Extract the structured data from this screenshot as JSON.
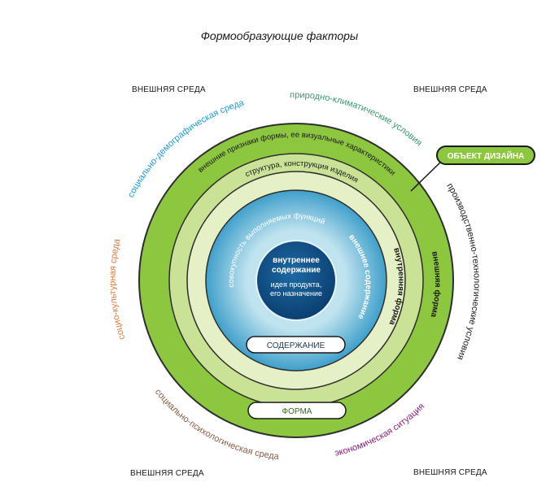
{
  "title": "Формообразующие факторы",
  "corners": {
    "top_left": "ВНЕШНЯЯ СРЕДА",
    "top_right": "ВНЕШНЯЯ СРЕДА",
    "bottom_left": "ВНЕШНЯЯ СРЕДА",
    "bottom_right": "ВНЕШНЯЯ СРЕДА"
  },
  "factors": {
    "socio_demographic": "социально-демографическая среда",
    "natural_climatic": "природно-климатические условия",
    "production_technological": "производственно-технологические условия",
    "economic": "экономическая ситуация",
    "socio_psychological": "социально-психологическая среда",
    "socio_cultural": "социо-культурная среда"
  },
  "rings": {
    "outer_top": "внешние признаки формы, ее визуальные характеристики",
    "outer_right": "внешняя форма",
    "structure": "структура, конструкция изделия",
    "inner_form": "внутренняя форма",
    "functions": "совокупность выполняемых функций",
    "external_content": "внешнее содержание",
    "core_title_line1": "внутреннее",
    "core_title_line2": "содержание",
    "core_sub_line1": "идея продукта,",
    "core_sub_line2": "его назначение"
  },
  "labels": {
    "content": "СОДЕРЖАНИЕ",
    "form": "ФОРМА",
    "design_object": "ОБЪЕКТ ДИЗАЙНА"
  },
  "colors": {
    "outer_ring": "#8dc63f",
    "mid_ring": "#c5df8a",
    "inner_ring": "#e4efc2",
    "content_outer": "#4da9d0",
    "content_inner": "#bfe3ef",
    "core": "#0f4f85",
    "socio_demographic": "#1c9ad6",
    "natural_climatic": "#3a9a6a",
    "production_technological": "#1a1a1a",
    "economic": "#8b1e7a",
    "socio_psychological": "#8a5a44",
    "socio_cultural": "#e07a3a"
  }
}
